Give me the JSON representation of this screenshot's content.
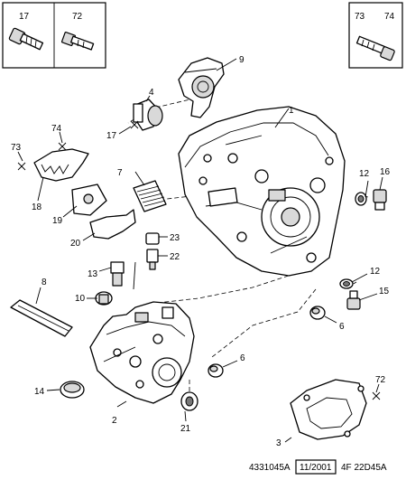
{
  "diagram": {
    "reference_code": "4331045A",
    "date": "11/2001",
    "variant_code": "4F 22D45A",
    "parts": {
      "p1": "1",
      "p2": "2",
      "p3": "3",
      "p4": "4",
      "p6a": "6",
      "p6b": "6",
      "p7": "7",
      "p8": "8",
      "p9": "9",
      "p10": "10",
      "p12a": "12",
      "p12b": "12",
      "p13": "13",
      "p14": "14",
      "p15": "15",
      "p16": "16",
      "p17a": "17",
      "p17b": "17",
      "p18": "18",
      "p19": "19",
      "p20": "20",
      "p21": "21",
      "p22": "22",
      "p23": "23",
      "p72a": "72",
      "p72b": "72",
      "p73a": "73",
      "p73b": "73",
      "p74a": "74",
      "p74b": "74"
    }
  }
}
